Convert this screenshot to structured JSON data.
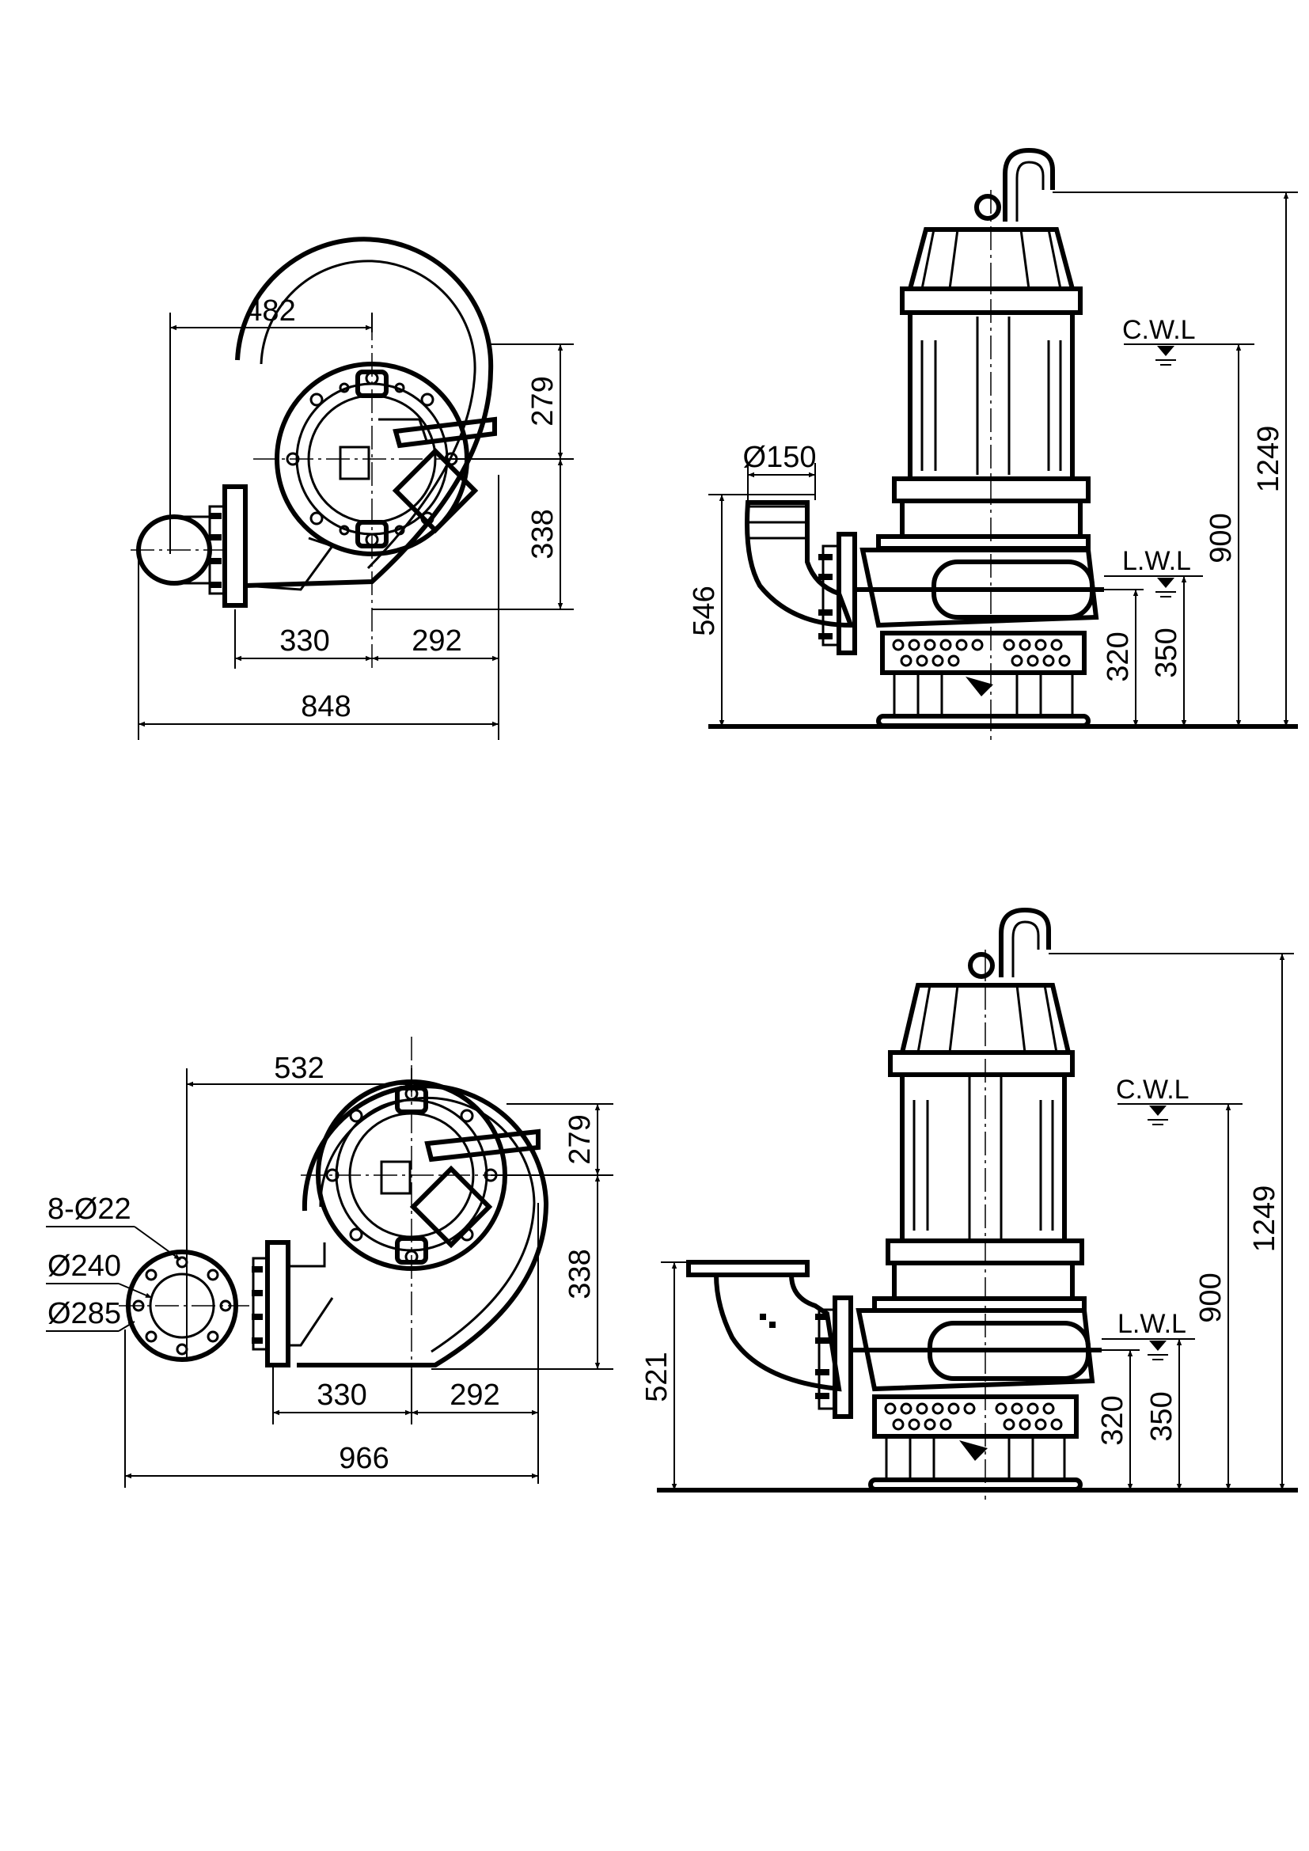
{
  "top_plan": {
    "width_pipe_to_center": "482",
    "height_upper": "279",
    "height_lower": "338",
    "flange_to_center": "330",
    "center_to_right": "292",
    "overall_width": "848"
  },
  "top_elevation": {
    "outlet_diameter": "Ø150",
    "cwl_label": "C.W.L",
    "lwl_label": "L.W.L",
    "overall_height": "1249",
    "cwl_height": "900",
    "lwl_height": "350",
    "axis_height": "320",
    "outlet_height": "546"
  },
  "bottom_plan": {
    "width_flange_to_center": "532",
    "bolt_holes": "8-Ø22",
    "pcd": "Ø240",
    "flange_od": "Ø285",
    "height_upper": "279",
    "height_lower": "338",
    "flange_to_center": "330",
    "center_to_right": "292",
    "overall_width": "966"
  },
  "bottom_elevation": {
    "cwl_label": "C.W.L",
    "lwl_label": "L.W.L",
    "overall_height": "1249",
    "cwl_height": "900",
    "lwl_height": "350",
    "axis_height": "320",
    "outlet_height": "521"
  },
  "colors": {
    "line": "#000000",
    "background": "#ffffff"
  }
}
